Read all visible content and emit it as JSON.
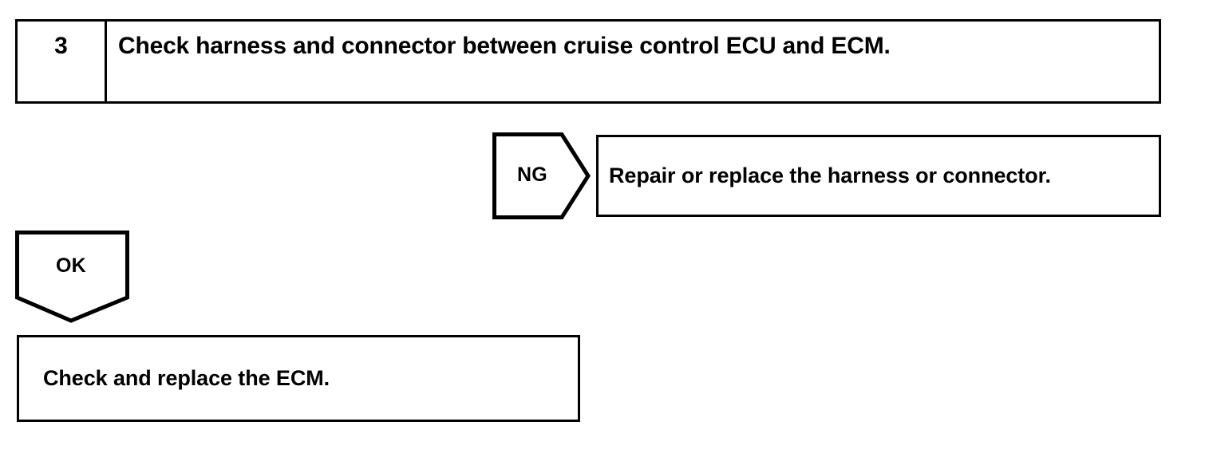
{
  "diagram": {
    "type": "troubleshooting-flowchart",
    "step": {
      "number": "3",
      "instruction": "Check harness and connector between cruise control ECU and ECM."
    },
    "branches": [
      {
        "tag": "NG",
        "tag_shape": "right-pointing-pentagon",
        "action": "Repair or replace the harness or connector."
      },
      {
        "tag": "OK",
        "tag_shape": "down-pointing-pentagon",
        "action": "Check and replace the ECM."
      }
    ],
    "colors": {
      "line": "#000000",
      "background": "#ffffff",
      "text": "#000000"
    }
  }
}
